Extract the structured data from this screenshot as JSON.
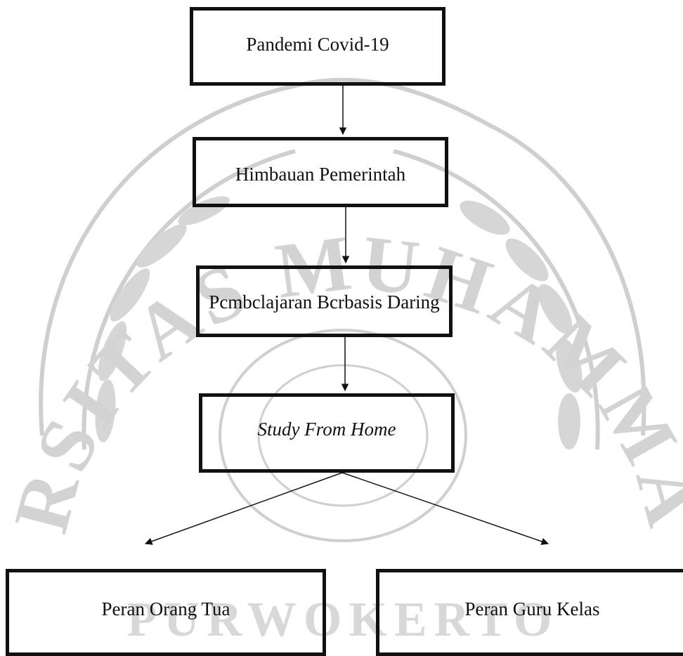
{
  "diagram": {
    "nodes": {
      "pandemic": "Pandemi Covid-19",
      "government_appeal": "Himbauan Pemerintah",
      "online_learning": "Pcmbclajaran Bcrbasis Daring",
      "study_from_home": "Study From Home",
      "parents_role": "Peran Orang Tua",
      "teacher_role": "Peran Guru Kelas"
    },
    "edges": [
      {
        "from": "pandemic",
        "to": "government_appeal"
      },
      {
        "from": "government_appeal",
        "to": "online_learning"
      },
      {
        "from": "online_learning",
        "to": "study_from_home"
      },
      {
        "from": "study_from_home",
        "to": "parents_role"
      },
      {
        "from": "study_from_home",
        "to": "teacher_role"
      }
    ]
  },
  "watermark": {
    "arc_text": "UNIVERSITAS MUHAMMADIYAH",
    "bottom_text": "PURWOKERTO",
    "color": "#c9c9c9"
  }
}
